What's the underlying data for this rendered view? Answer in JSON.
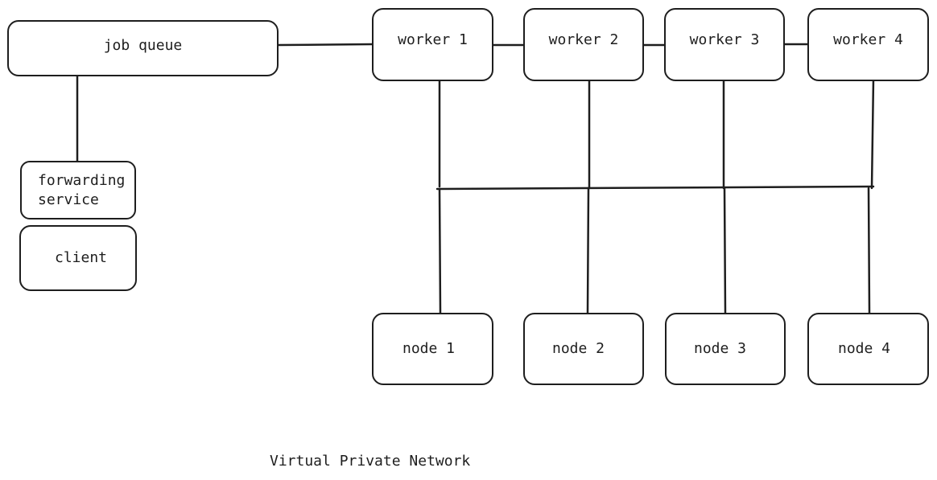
{
  "diagram": {
    "job_queue": "job queue",
    "forwarding_service": "forwarding\nservice",
    "client": "client",
    "workers": [
      "worker 1",
      "worker 2",
      "worker 3",
      "worker 4"
    ],
    "nodes": [
      "node 1",
      "node 2",
      "node 3",
      "node 4"
    ],
    "caption": "Virtual Private Network"
  },
  "colors": {
    "stroke": "#1e1e1e",
    "background": "#ffffff"
  }
}
